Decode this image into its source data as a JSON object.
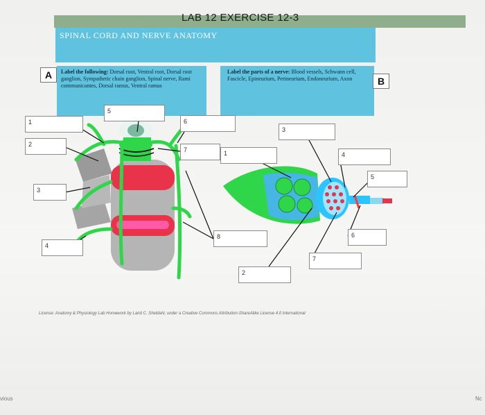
{
  "page": {
    "title": "LAB 12 EXERCISE 12-3",
    "subtitle": "SPINAL CORD AND NERVE ANATOMY",
    "footer": "License: Anatomy & Physiology Lab Homework by Laird C. Sheldahl, under a Creative Commons Attribution-ShareAlike License 4.0 International",
    "nav_prev": "vious",
    "nav_next": "Nc"
  },
  "section_a": {
    "badge": "A",
    "instr_lead": "Label the following:",
    "instr_text": "Dorsal root, Ventral root, Dorsal root ganglion, Sympathetic chain ganglion, Spinal nerve, Rami communicantes, Dorsal ramus, Ventral ramus",
    "boxes": [
      "1",
      "2",
      "3",
      "4",
      "5",
      "6",
      "7",
      "8"
    ]
  },
  "section_b": {
    "badge": "B",
    "instr_lead": "Label the parts of a nerve:",
    "instr_text": "Blood vessels, Schwann cell, Fascicle, Epineurium, Perineurium, Endoneurium, Axon",
    "boxes": [
      "1",
      "2",
      "3",
      "4",
      "5",
      "6",
      "7"
    ]
  },
  "colors": {
    "banner": "#5fc3e0",
    "topbar": "#8fae8c",
    "nerve_green": "#2fd64a",
    "cord_red": "#e8334a"
  }
}
